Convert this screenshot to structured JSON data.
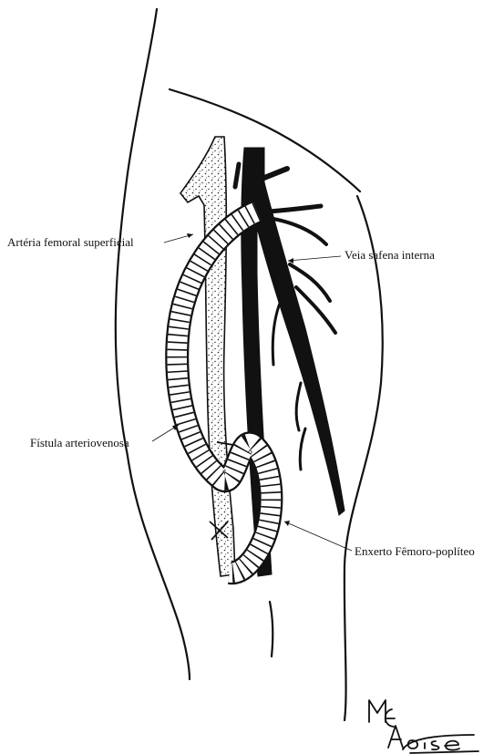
{
  "labels": {
    "artery": "Artéria femoral superficial",
    "vein": "Veia safena interna",
    "fistula": "Fístula arteriovenosa",
    "graft": "Enxerto Fêmoro-poplíteo"
  },
  "signature": "MEAoise",
  "colors": {
    "ink": "#111111",
    "background": "#ffffff"
  }
}
